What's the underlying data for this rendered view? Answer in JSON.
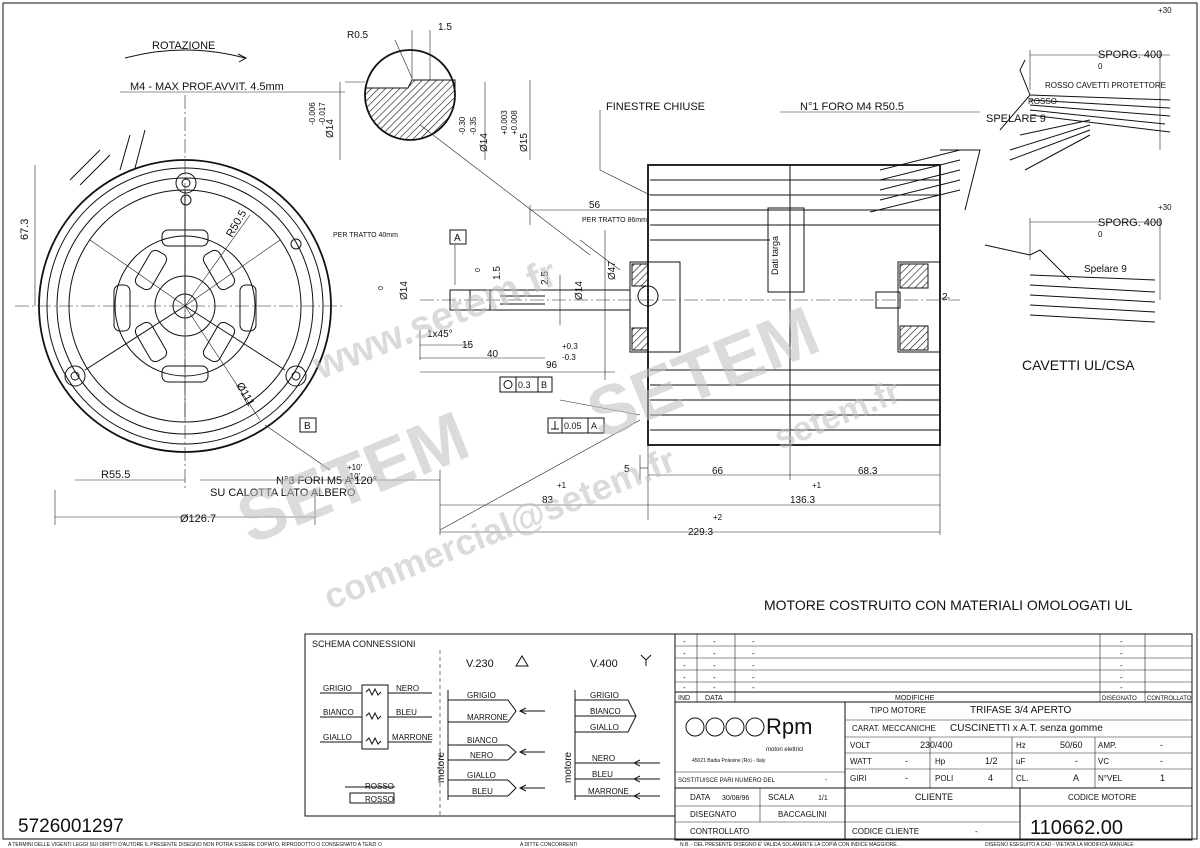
{
  "labels": {
    "rotation": "ROTAZIONE",
    "m4": "M4 - MAX PROF.AVVIT. 4.5mm",
    "r05": "R0.5",
    "dim15": "1.5",
    "closed_windows": "FINESTRE CHIUSE",
    "hole_m4": "N°1 FORO M4 R50.5",
    "r50_5": "R50.5",
    "d111": "Ø111",
    "r55_5": "R55.5",
    "holes_m5": "N°3 FORI M5 A 120°",
    "shell_side": "SU CALOTTA LATO ALBERO",
    "d126_7": "Ø126.7",
    "per_tratto_40": "PER TRATTO 40mm",
    "per_tratto_86": "PER TRATTO 86mm",
    "datum_a": "A",
    "datum_b": "B",
    "d14": "Ø14",
    "d47": "Ø47",
    "d15": "Ø15",
    "chamfer": "1x45°",
    "dim15b": "15",
    "dim40": "40",
    "dim96": "96",
    "dim56": "56",
    "dim25": "2.5",
    "dim2": "2",
    "dim5": "5",
    "dim66": "66",
    "dim68_3": "68.3",
    "dim83": "83",
    "dim136_3": "136.3",
    "dim229_3": "229.3",
    "dim67_3": "67.3",
    "runout": "0.3",
    "perp": "0.05",
    "plate": "Dati targa",
    "sporg_top": "SPORG. 400",
    "sporg_bot": "SPORG. 400",
    "plus30": "+30",
    "zero": "0",
    "spelare_top": "SPELARE 9",
    "spelare_bot": "Spelare 9",
    "rosso1": "ROSSO",
    "rosso2": "ROSSO",
    "cavetti_prot": "CAVETTI PROTETTORE",
    "cavetti_ul": "CAVETTI UL/CSA",
    "ul_note": "MOTORE COSTRUITO CON MATERIALI OMOLOGATI UL",
    "tol_top": "+0.008",
    "tol_top2": "+0.003",
    "tol_a": "-0.006",
    "tol_b": "-0.017",
    "tol_c": "-0.30",
    "tol_d": "-0.35",
    "tol_10": "+10'",
    "tol_m10": "-10'",
    "tol_p1": "+1",
    "tol_p2": "+2",
    "tol_m03": "-0.3",
    "tol_p03": "+0.3",
    "tol_0": "0",
    "watermark1": "www.setem.fr",
    "watermark2": "SETEM",
    "watermark3": "commercial@setem.fr",
    "watermark4": "SETEM",
    "watermark5": "setem.fr"
  },
  "schema": {
    "title": "SCHEMA CONNESSIONI",
    "v230": "V.230",
    "v400": "V.400",
    "left_wires": [
      "GRIGIO",
      "BIANCO",
      "GIALLO"
    ],
    "right_wires": [
      "NERO",
      "BLEU",
      "MARRONE"
    ],
    "rosso_a": "ROSSO",
    "rosso_b": "ROSSO",
    "motore_a": "motore",
    "motore_b": "motore",
    "delta_wires": [
      "GRIGIO",
      "MARRONE",
      "BIANCO",
      "NERO",
      "GIALLO",
      "BLEU"
    ],
    "star_wires": [
      "GRIGIO",
      "BIANCO",
      "GIALLO",
      "NERO",
      "BLEU",
      "MARRONE"
    ]
  },
  "titleblock": {
    "dash": "-",
    "ind": "IND",
    "data": "DATA",
    "modifiche": "MODIFICHE",
    "disegnato": "DISEGNATO",
    "controllato": "CONTROLLATO",
    "brand": "Rpm",
    "brand_sub": "motori elettrici",
    "address": "45021 Badia Polesine (Ro) - Italy",
    "tipo_motore_lbl": "TIPO MOTORE",
    "tipo_motore_val": "TRIFASE 3/4 APERTO",
    "carat_lbl": "CARAT. MECCANICHE",
    "carat_val": "CUSCINETTI x A.T.  senza gomme",
    "volt_lbl": "VOLT",
    "volt_val": "230/400",
    "hz_lbl": "Hz",
    "hz_val": "50/60",
    "amp_lbl": "AMP.",
    "amp_val": "-",
    "watt_lbl": "WATT",
    "watt_val": "-",
    "hp_lbl": "Hp",
    "hp_val": "1/2",
    "uf_lbl": "uF",
    "uf_val": "-",
    "vc_lbl": "VC",
    "vc_val": "-",
    "giri_lbl": "GIRI",
    "giri_val": "-",
    "poli_lbl": "POLI",
    "poli_val": "4",
    "cl_lbl": "CL.",
    "cl_val": "A",
    "nvel_lbl": "N°VEL",
    "nvel_val": "1",
    "sostituisce": "SOSTITUISCE PARI NUMERO DEL",
    "date_lbl": "DATA",
    "date_val": "30/08/96",
    "scala_lbl": "SCALA",
    "scala_val": "1/1",
    "cliente": "CLIENTE",
    "codice_motore_lbl": "CODICE MOTORE",
    "drawn_lbl": "DISEGNATO",
    "drawn_val": "BACCAGLINI",
    "checked_lbl": "CONTROLLATO",
    "codice_cliente_lbl": "CODICE CLIENTE",
    "codice_cliente_val": "-",
    "motor_code": "110662.00",
    "part_number": "5726001297"
  },
  "footer": {
    "left": "A TERMINI DELLE VIGENTI LEGGI SUI DIRITTI D'AUTORE IL PRESENTE DISEGNO NON POTRA' ESSERE COPIATO, RIPRODOTTO O CONSEGNATO A TERZI O",
    "mid": "A DITTE CONCORRENTI",
    "right1": "N.B. - DEL PRESENTE DISEGNO E' VALIDA SOLAMENTE LA COPIA CON INDICE MAGGIORE.",
    "right2": "DISEGNO ESEGUITO A CAD - VIETATA LA MODIFICA MANUALE"
  }
}
